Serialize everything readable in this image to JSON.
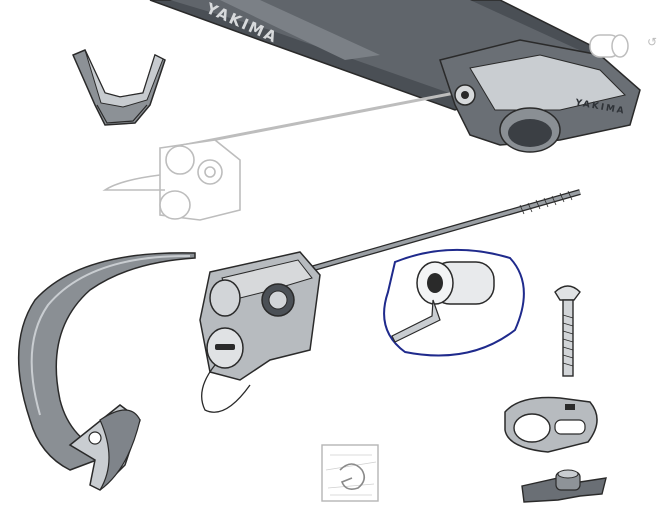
{
  "diagram": {
    "brand_main": "YAKIMA",
    "brand_cap": "YAKIMA",
    "colors": {
      "outline": "#2a2a2a",
      "ghost": "#b9b9b9",
      "metal_dark": "#555a60",
      "metal_mid": "#8e9398",
      "metal_light": "#c9cdd1",
      "highlight_circle": "#1f2a8c"
    },
    "parts": [
      {
        "name": "fork-mount-bar",
        "icon": "fork-mount-bar-icon"
      },
      {
        "name": "fork-cup",
        "icon": "fork-cup-icon"
      },
      {
        "name": "ghost-skewer-assembly",
        "icon": "ghost-skewer-icon"
      },
      {
        "name": "wheel-strap",
        "icon": "wheel-strap-icon"
      },
      {
        "name": "skewer-lock-assembly",
        "icon": "skewer-lock-icon"
      },
      {
        "name": "lock-cylinder-with-key",
        "icon": "lock-cylinder-icon",
        "highlighted": true
      },
      {
        "name": "carriage-bolt",
        "icon": "carriage-bolt-icon"
      },
      {
        "name": "bar-clamp",
        "icon": "bar-clamp-icon"
      },
      {
        "name": "wing-nut",
        "icon": "wing-nut-icon"
      },
      {
        "name": "hardware-bag",
        "icon": "hardware-bag-icon"
      }
    ]
  }
}
